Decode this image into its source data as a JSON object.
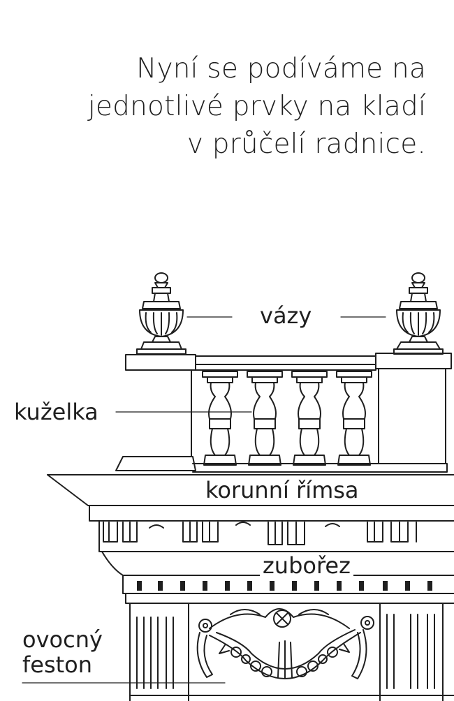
{
  "intro": {
    "line1": "Nyní se podíváme na",
    "line2": "jednotlivé prvky na kladí",
    "line3": "v průčelí radnice."
  },
  "labels": {
    "vazy": "vázy",
    "kuzelka": "kuželka",
    "korunni_rimsa": "korunní římsa",
    "zuborez": "zubořez",
    "festón_line1": "ovocný",
    "festón_line2": "feston"
  }
}
